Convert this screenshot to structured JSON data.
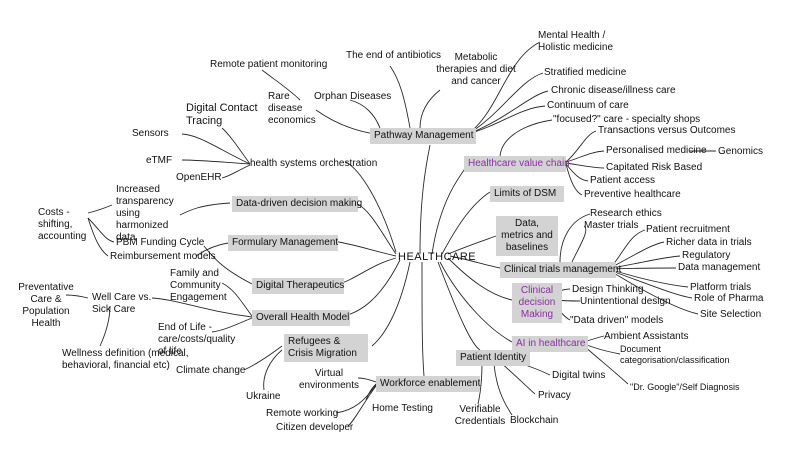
{
  "colors": {
    "box_bg": "#d3d3d3",
    "highlight_text": "#8b2f9f",
    "edge": "#2a2a2a"
  },
  "center": "HEALTHCARE",
  "pathway": {
    "title": "Pathway Management",
    "end_antibiotics": "The end of antibiotics",
    "metabolic": "Metabolic therapies and diet and cancer",
    "orphan": "Orphan Diseases",
    "remote_monitoring": "Remote patient monitoring",
    "rare": "Rare disease economics"
  },
  "top_right": {
    "mental_health": "Mental Health / Holistic medicine",
    "stratified": "Stratified medicine",
    "chronic": "Chronic disease/illness care",
    "continuum": "Continuum of care",
    "focused": "\"focused?\" care - specialty shops"
  },
  "value_chain": {
    "title": "Healthcare value chain",
    "transactions": "Transactions versus Outcomes",
    "personalised": "Personalised medicine",
    "genomics": "Genomics",
    "capitated": "Capitated Risk Based",
    "patient_access": "Patient access",
    "preventive": "Preventive healthcare"
  },
  "orchestration": {
    "title": "health systems orchestration",
    "digital_contact": "Digital Contact Tracing",
    "sensors": "Sensors",
    "etmf": "eTMF",
    "openehr": "OpenEHR"
  },
  "data_driven": {
    "title": "Data-driven decision making",
    "transparency": "Increased transparency using harmonized data",
    "costs": "Costs - shifting, accounting",
    "pbm": "PBM Funding Cycle",
    "reimbursement": "Reimbursement models"
  },
  "formulary": "Formulary Management",
  "digital_therapeutics": "Digital Therapeutics",
  "health_model": {
    "title": "Overall Health Model",
    "family": "Family and Community Engagement",
    "end_of_life": "End of Life - care/costs/quality of life",
    "well_care": "Well Care vs. Sick Care",
    "preventative": "Preventative Care & Population Health",
    "wellness": "Wellness definition (medical, behavioral, financial etc)"
  },
  "refugees": {
    "title": "Refugees & Crisis Migration",
    "climate": "Climate change",
    "ukraine": "Ukraine"
  },
  "workforce": {
    "title": "Workforce enablement",
    "virtual": "Virtual environments",
    "home_testing": "Home Testing",
    "remote_working": "Remote working",
    "citizen_dev": "Citizen developer"
  },
  "patient_identity": {
    "title": "Patient Identity",
    "digital_twins": "Digital twins",
    "privacy": "Privacy",
    "blockchain": "Blockchain",
    "verifiable": "Verifiable Credentials"
  },
  "limits_dsm": "Limits of DSM",
  "data_metrics": "Data, metrics and baselines",
  "clinical_trials": {
    "title": "Clinical trials management",
    "research_ethics": "Research ethics",
    "master_trials": "Master trials",
    "recruitment": "Patient recruitment",
    "richer_data": "Richer data in trials",
    "regulatory": "Regulatory",
    "data_management": "Data management",
    "platform": "Platform trials",
    "role_pharma": "Role of Pharma",
    "site_selection": "Site Selection"
  },
  "clinical_decision": {
    "title": "Clinical decision Making",
    "design_thinking": "Design Thinking",
    "unintentional": "Unintentional design",
    "data_driven_models": "\"Data driven\" models"
  },
  "ai": {
    "title": "AI in healthcare",
    "ambient": "Ambient Assistants",
    "document": "Document categorisation/classification",
    "dr_google": "\"Dr. Google\"/Self Diagnosis"
  }
}
